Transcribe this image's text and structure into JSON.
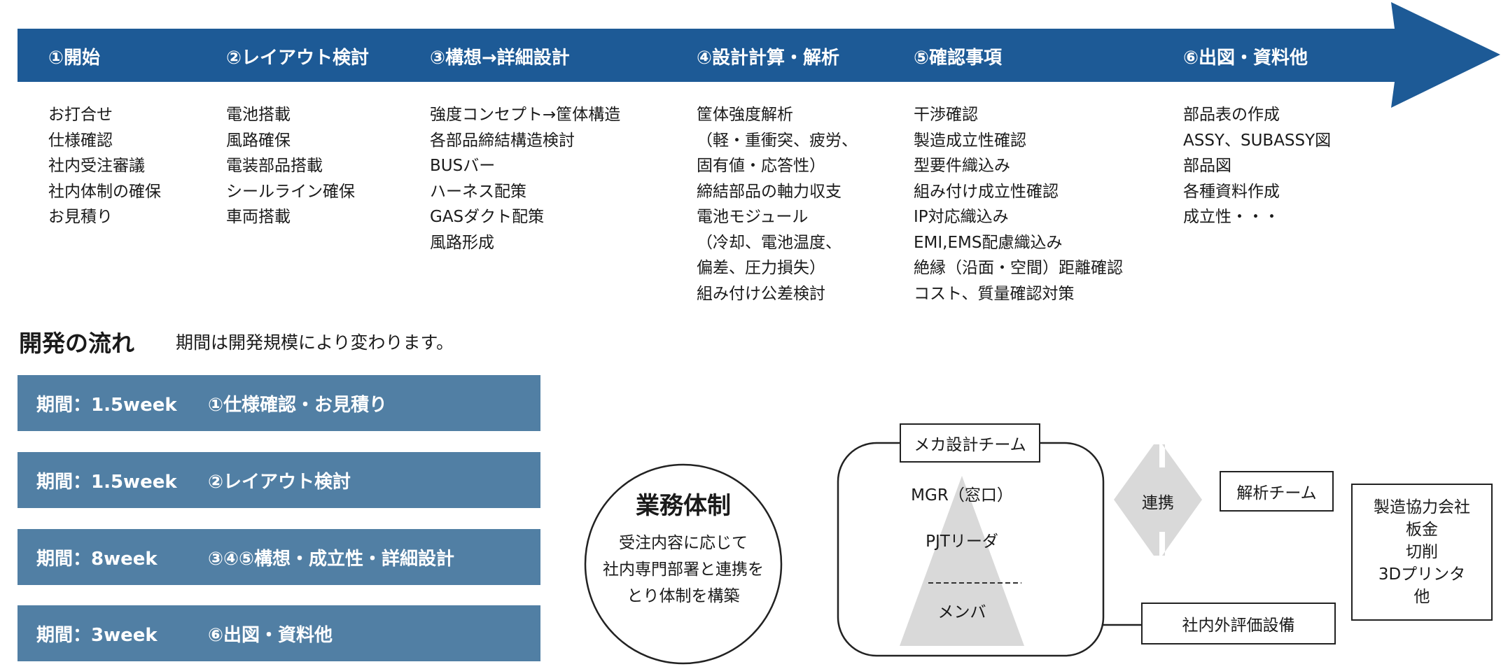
{
  "colors": {
    "arrow": "#1d5a96",
    "step": "#517fa4",
    "triangle": "#d9d9d9",
    "coop_arrow": "#d9d9d9"
  },
  "phases": [
    {
      "title": "①開始",
      "items": [
        "お打合せ",
        "仕様確認",
        "社内受注審議",
        "社内体制の確保",
        "お見積り"
      ]
    },
    {
      "title": "②レイアウト検討",
      "items": [
        "電池搭載",
        "風路確保",
        "電装部品搭載",
        "シールライン確保",
        "車両搭載"
      ]
    },
    {
      "title": "③構想→詳細設計",
      "items": [
        "強度コンセプト→筐体構造",
        "各部品締結構造検討",
        "BUSバー",
        "ハーネス配策",
        "GASダクト配策",
        "風路形成"
      ]
    },
    {
      "title": "④設計計算・解析",
      "items": [
        "筐体強度解析",
        "（軽・重衝突、疲労、",
        "固有値・応答性）",
        "締結部品の軸力収支",
        "電池モジュール",
        "（冷却、電池温度、",
        "偏差、圧力損失）",
        "組み付け公差検討"
      ]
    },
    {
      "title": "⑤確認事項",
      "items": [
        "干渉確認",
        "製造成立性確認",
        "型要件織込み",
        "組み付け成立性確認",
        "IP対応織込み",
        "EMI,EMS配慮織込み",
        "絶縁（沿面・空間）距離確認",
        "コスト、質量確認対策"
      ]
    },
    {
      "title": "⑥出図・資料他",
      "items": [
        "部品表の作成",
        "ASSY、SUBASSY図",
        "部品図",
        "各種資料作成",
        "成立性・・・"
      ]
    }
  ],
  "flow": {
    "title": "開発の流れ",
    "subtitle": "期間は開発規模により変わります。",
    "steps": [
      {
        "period": "期間：1.5week",
        "label": "①仕様確認・お見積り"
      },
      {
        "period": "期間：1.5week",
        "label": "②レイアウト検討"
      },
      {
        "period": "期間：8week",
        "label": "③④⑤構想・成立性・詳細設計"
      },
      {
        "period": "期間：3week",
        "label": "⑥出図・資料他"
      }
    ]
  },
  "org": {
    "title": "業務体制",
    "desc": [
      "受注内容に応じて",
      "社内専門部署と連携を",
      "とり体制を構築"
    ],
    "team_label": "メカ設計チーム",
    "mgr": "MGR（窓口）",
    "leader": "PJTリーダ",
    "member": "メンバ",
    "link": "連携",
    "analysis": "解析チーム",
    "facility": "社内外評価設備",
    "partners": [
      "製造協力会社",
      "板金",
      "切削",
      "3Dプリンタ",
      "他"
    ]
  }
}
